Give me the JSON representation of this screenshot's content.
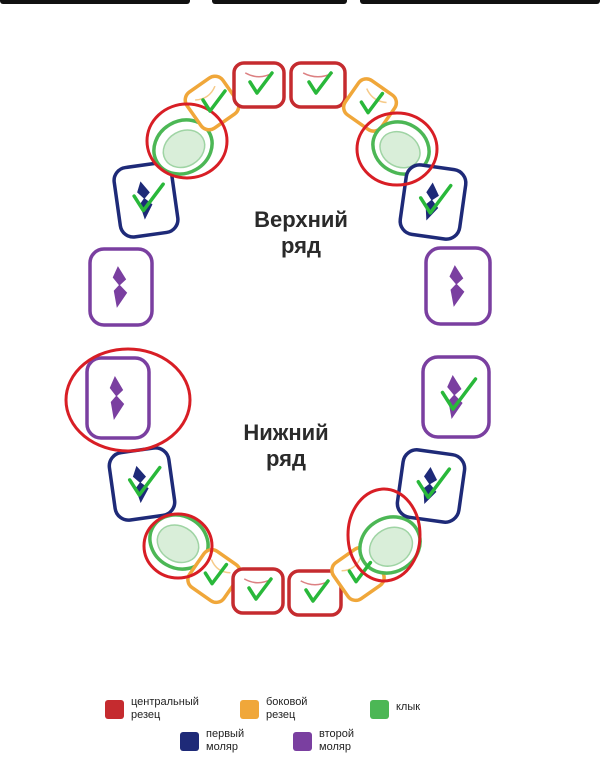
{
  "colors": {
    "central_incisor": "#c52b2f",
    "lateral_incisor": "#f0a73a",
    "canine": "#4cb755",
    "first_molar": "#1e2a78",
    "second_molar": "#7a3fa0",
    "annotation_circle": "#d81e25",
    "annotation_check": "#29b83a"
  },
  "labels": {
    "upper_row": [
      "Верхний",
      "ряд"
    ],
    "lower_row": [
      "Нижний",
      "ряд"
    ]
  },
  "legend": [
    {
      "key": "central_incisor",
      "text": "центральный резец"
    },
    {
      "key": "lateral_incisor",
      "text": "боковой резец"
    },
    {
      "key": "canine",
      "text": "клык"
    },
    {
      "key": "first_molar",
      "text": "первый моляр"
    },
    {
      "key": "second_molar",
      "text": "второй моляр"
    }
  ],
  "teeth": {
    "upper": [
      {
        "id": "upper-right-second-molar",
        "type": "second_molar",
        "mark": "none"
      },
      {
        "id": "upper-right-first-molar",
        "type": "first_molar",
        "mark": "check"
      },
      {
        "id": "upper-right-canine",
        "type": "canine",
        "mark": "circle"
      },
      {
        "id": "upper-right-lateral-incisor",
        "type": "lateral_incisor",
        "mark": "check"
      },
      {
        "id": "upper-right-central-incisor",
        "type": "central_incisor",
        "mark": "check"
      },
      {
        "id": "upper-left-central-incisor",
        "type": "central_incisor",
        "mark": "check"
      },
      {
        "id": "upper-left-lateral-incisor",
        "type": "lateral_incisor",
        "mark": "check"
      },
      {
        "id": "upper-left-canine",
        "type": "canine",
        "mark": "circle"
      },
      {
        "id": "upper-left-first-molar",
        "type": "first_molar",
        "mark": "check"
      },
      {
        "id": "upper-left-second-molar",
        "type": "second_molar",
        "mark": "none"
      }
    ],
    "lower": [
      {
        "id": "lower-right-second-molar",
        "type": "second_molar",
        "mark": "circle"
      },
      {
        "id": "lower-right-first-molar",
        "type": "first_molar",
        "mark": "check"
      },
      {
        "id": "lower-right-canine",
        "type": "canine",
        "mark": "circle"
      },
      {
        "id": "lower-right-lateral-incisor",
        "type": "lateral_incisor",
        "mark": "check"
      },
      {
        "id": "lower-right-central-incisor",
        "type": "central_incisor",
        "mark": "check"
      },
      {
        "id": "lower-left-central-incisor",
        "type": "central_incisor",
        "mark": "check"
      },
      {
        "id": "lower-left-lateral-incisor",
        "type": "lateral_incisor",
        "mark": "check"
      },
      {
        "id": "lower-left-canine",
        "type": "canine",
        "mark": "circle"
      },
      {
        "id": "lower-left-first-molar",
        "type": "first_molar",
        "mark": "check"
      },
      {
        "id": "lower-left-second-molar",
        "type": "second_molar",
        "mark": "check"
      }
    ]
  }
}
